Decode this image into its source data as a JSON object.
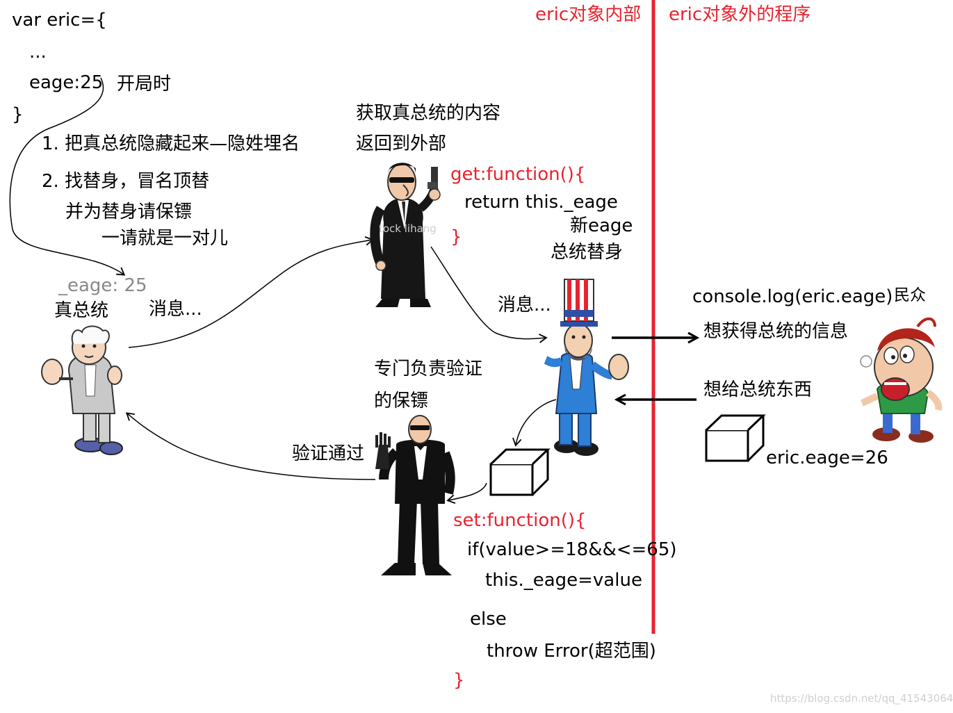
{
  "colors": {
    "accent_red": "#e8232f",
    "ink": "#000000",
    "muted": "#888888"
  },
  "code_top": {
    "line1": "var eric={",
    "line2": "...",
    "line3": "eage:25",
    "line4": "}"
  },
  "labels": {
    "kaiju": "开局时",
    "step1": "1. 把真总统隐藏起来—隐姓埋名",
    "step2": "2. 找替身，冒名顶替",
    "step2b": "并为替身请保镖",
    "step2c": "一请就是一对儿",
    "hidden_prop": "_eage: 25",
    "real_president": "真总统",
    "msg_left": "消息...",
    "get_title1": "获取真总统的内容",
    "get_title2": "返回到外部",
    "new_eage": "新eage",
    "double": "总统替身",
    "msg_mid": "消息...",
    "inside": "eric对象内部",
    "outside": "eric对象外的程序",
    "console": "console.log(eric.eage)",
    "people": "民众",
    "want_info": "想获得总统的信息",
    "want_give": "想给总统东西",
    "assign": "eric.eage=26",
    "validator1": "专门负责验证",
    "validator2": "的保镖",
    "passed": "验证通过"
  },
  "getter": {
    "open": "get:function(){",
    "body": "return this._eage",
    "close": "}"
  },
  "setter": {
    "open": "set:function(){",
    "cond": "if(value>=18&&<=65)",
    "assign": "this._eage=value",
    "else": "else",
    "throw": "throw Error(超范围)",
    "close": "}"
  },
  "watermarks": {
    "overlay": "tock lihang",
    "footer": "https://blog.csdn.net/qq_41543064"
  }
}
